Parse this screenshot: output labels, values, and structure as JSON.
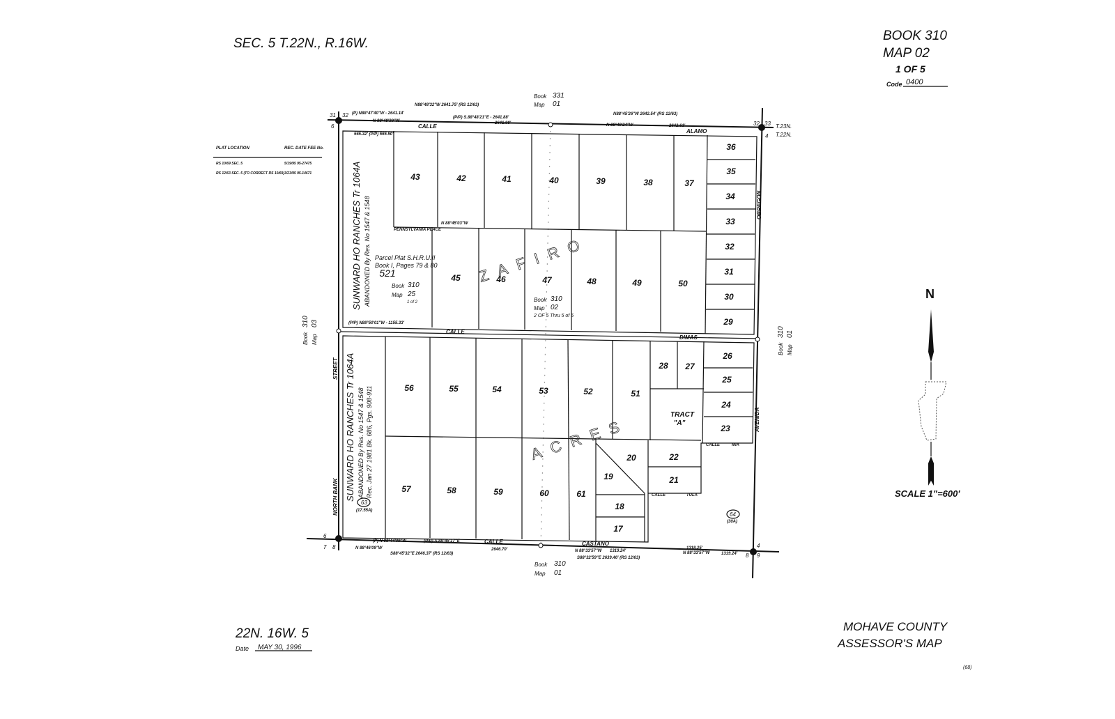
{
  "header": {
    "section": "SEC. 5 T.22N., R.16W.",
    "book": "BOOK 310",
    "map": "MAP 02",
    "sheet": "1 OF 5",
    "code_label": "Code",
    "code_value": "0400"
  },
  "footer": {
    "township": "22N.  16W.  5",
    "date_label": "Date",
    "date_value": "MAY 30, 1996",
    "agency_line1": "MOHAVE COUNTY",
    "agency_line2": "ASSESSOR'S MAP",
    "page_mark": "(68)"
  },
  "plat_table": {
    "headers": [
      "PLAT LOCATION",
      "REC. DATE FEE No."
    ],
    "rows": [
      [
        "RS 10/69 SEC. 5",
        "5/19/95 95-27475"
      ],
      [
        "RS 12/63 SEC. 5 (TO CORRECT RS 10/69)",
        "3/23/95 95-14671"
      ]
    ]
  },
  "references": {
    "top": {
      "book": "331",
      "map": "01"
    },
    "bottom": {
      "book": "310",
      "map": "01"
    },
    "left": {
      "book": "310",
      "map": "03"
    },
    "right": {
      "book": "310",
      "map": "01"
    },
    "center": {
      "book": "310",
      "map": "02",
      "note": "2 OF 5 Thru 5 of 5"
    },
    "parcel_521": {
      "book": "310",
      "map": "25",
      "sheet": "1 of 2"
    },
    "book_label": "Book",
    "map_label": "Map"
  },
  "section_corners": {
    "nw": [
      "31",
      "32",
      "6"
    ],
    "ne": [
      "32",
      "33",
      "4"
    ],
    "sw": [
      "6",
      "7",
      "8"
    ],
    "se": [
      "8",
      "9",
      "4"
    ],
    "township_ne": [
      "T.23N.",
      "T.22N."
    ]
  },
  "streets": {
    "north": [
      "CALLE",
      "ALAMO"
    ],
    "middle": [
      "CALLE",
      "DIMAS"
    ],
    "south": [
      "CALLE",
      "CASTANO"
    ],
    "east_upper": "OBREGON",
    "east_lower": "AVENIDA",
    "west": [
      "NORTH BANK",
      "STREET"
    ],
    "pennsylvania": "PENNSYLVANIA PLACE",
    "calle_mia": [
      "CALLE",
      "MIA"
    ],
    "calle_tula": [
      "CALLE",
      "TULA"
    ]
  },
  "bearings": {
    "north_top1": "N88°48'32\"W 2641.75' (RS 12/63)",
    "north_top2": "(P) N88°47'40\"W - 2641.14'",
    "north_top3": "(P/P) S.88°48'21\"E - 2641.88'",
    "north_top4": "N 88°48'39\"W",
    "north_top5": "2641.98'",
    "north_top6": "N88°45'26\"W 2642.54' (RS 12/63)",
    "north_top7": "N 88°49'24\"W",
    "north_top8": "2642.61'",
    "south1": "(P) N 88°44'09\"W",
    "south2": "(P/P) S.88°45'17\"E",
    "south3": "N 88°46'09\"W",
    "south4": "S88°45'32\"E 2646.37' (RS 12/63)",
    "south5": "2646.70'",
    "south6": "N 88°33'57\"W",
    "south7": "1319.24'",
    "south8": "S88°32'59\"E 2639.46' (RS 12/63)",
    "south9": "N 88°33'57\"W",
    "south10": "1319.24'",
    "south11": "1318.25'",
    "lot43_top": "565.32' (P/P) 565.50'",
    "mid_dimas": "(P/P) N88°50'01\"W - 1155.33'",
    "mid_dimas2": "N 88°45'03\"W"
  },
  "parcels": {
    "upper_row": [
      "43",
      "42",
      "41",
      "40",
      "39",
      "38",
      "37"
    ],
    "east_upper": [
      "36",
      "35",
      "34",
      "33",
      "32",
      "31",
      "30",
      "29"
    ],
    "middle_row": [
      "45",
      "46",
      "47",
      "48",
      "49",
      "50"
    ],
    "lower_upper_row": [
      "56",
      "55",
      "54",
      "53",
      "52",
      "51"
    ],
    "lower_row": [
      "57",
      "58",
      "59",
      "60",
      "61"
    ],
    "east_lower": [
      "26",
      "25",
      "24",
      "23"
    ],
    "misc": [
      "28",
      "27",
      "20",
      "22",
      "21",
      "19",
      "18",
      "17"
    ],
    "tract": [
      "TRACT",
      "\"A\""
    ],
    "parcel_521": "521",
    "parcel_63": "63",
    "parcel_63_area": "(17.55A)",
    "parcel_64": "64",
    "parcel_64_area": "(30A)"
  },
  "subdivision": {
    "zafiro": "ZAFIRO",
    "acres": "ACRES",
    "sunward_upper": [
      "SUNWARD HO RANCHES Tr 1064A",
      "ABANDONED By Res. No 1547 & 1548"
    ],
    "sunward_lower": [
      "SUNWARD HO RANCHES Tr 1064A",
      "ABANDONED By Res. No 1547 & 1548",
      "Rec. Jan 27 1981  Bk. 686, Pgs. 908-911"
    ],
    "parcel_plat": [
      "Parcel Plat S.H.R.U.II",
      "Book I, Pages 79 & 80"
    ]
  },
  "north_arrow": {
    "label": "N",
    "scale": "SCALE 1\"=600'"
  }
}
